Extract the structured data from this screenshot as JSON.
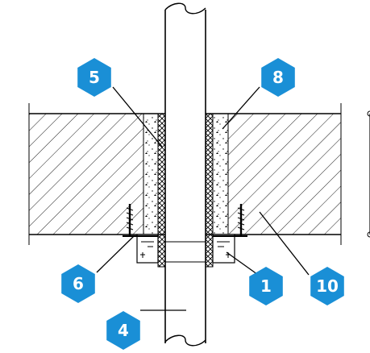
{
  "colors": {
    "callout_fill": "#1a8fd6",
    "callout_text": "#ffffff",
    "line": "#000000",
    "background": "#ffffff"
  },
  "callouts": [
    {
      "label": "5",
      "points_to": "grout-fill-left"
    },
    {
      "label": "8",
      "points_to": "intumescent-wrap-right"
    },
    {
      "label": "6",
      "points_to": "anchor-screw-left"
    },
    {
      "label": "1",
      "points_to": "collar-right"
    },
    {
      "label": "10",
      "points_to": "slab"
    },
    {
      "label": "4",
      "points_to": "pipe"
    }
  ]
}
